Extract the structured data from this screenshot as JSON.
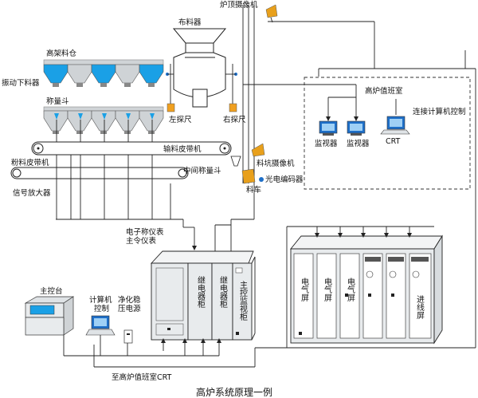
{
  "labels": {
    "top_camera": "炉顶摄像机",
    "distributor": "布料器",
    "high_bin": "高架料仓",
    "vibrating_feeder": "振动下料器",
    "weigh_hopper": "称量斗",
    "left_probe": "左探尺",
    "right_probe": "右探尺",
    "furnace_room": "高炉值班室",
    "connect_computer": "连接计算机控制",
    "monitor_1": "监视器",
    "monitor_2": "监视器",
    "crt": "CRT",
    "conveyor_main": "输料皮带机",
    "pit_camera": "料坑摄像机",
    "powder_conveyor": "粉料皮带机",
    "mid_hopper": "中间称量斗",
    "encoder": "光电编码器",
    "skip_car": "料车",
    "signal_amp": "信号放大器",
    "scale_line1": "电子称仪表",
    "scale_line2": "主令仪表",
    "main_console": "主控台",
    "computer_ctrl_1": "计算机",
    "computer_ctrl_2": "控制",
    "power_1": "净化稳",
    "power_2": "压电源",
    "relay_cab_1": "继电器柜",
    "relay_cab_2": "继电器柜",
    "main_monitor_cab": "主控监视柜",
    "elec_screen_1": "电气屏",
    "elec_screen_2": "电气屏",
    "elec_screen_3": "电气屏",
    "incoming_screen": "进线屏",
    "to_room_crt": "至高炉值班室CRT"
  },
  "caption": "高炉系统原理一例",
  "colors": {
    "bin_blue": "#1aa0e6",
    "bin_gray": "#cfd3d6",
    "probe_orange": "#f0a020",
    "camera_orange": "#e8a01c",
    "monitor_blue": "#1e6fc8",
    "cabinet_gray": "#e8ebed",
    "line": "#222222"
  }
}
